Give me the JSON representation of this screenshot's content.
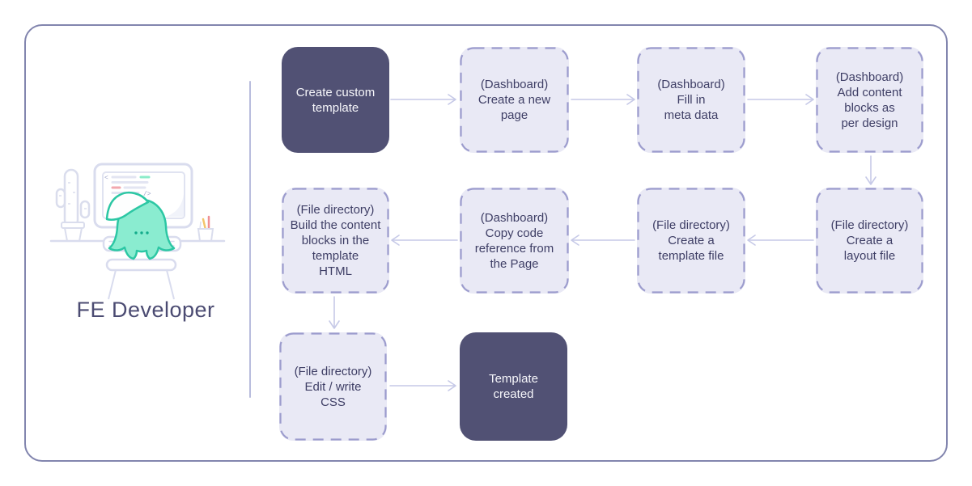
{
  "persona": {
    "label": "FE Developer"
  },
  "nodes": [
    {
      "label": "Create custom\ntemplate",
      "style": "solid"
    },
    {
      "label": "(Dashboard)\nCreate a new\npage",
      "style": "dashed"
    },
    {
      "label": "(Dashboard)\nFill in\nmeta data",
      "style": "dashed"
    },
    {
      "label": "(Dashboard)\nAdd content\nblocks as\nper design",
      "style": "dashed"
    },
    {
      "label": "(File directory)\nCreate a\nlayout file",
      "style": "dashed"
    },
    {
      "label": "(File directory)\nCreate a\ntemplate file",
      "style": "dashed"
    },
    {
      "label": "(Dashboard)\nCopy code\nreference from\nthe Page",
      "style": "dashed"
    },
    {
      "label": "(File directory)\nBuild the content\nblocks in the\ntemplate\nHTML",
      "style": "dashed"
    },
    {
      "label": "(File directory)\nEdit / write\nCSS",
      "style": "dashed"
    },
    {
      "label": "Template\ncreated",
      "style": "solid"
    }
  ],
  "edges": [
    [
      0,
      1
    ],
    [
      1,
      2
    ],
    [
      2,
      3
    ],
    [
      3,
      4
    ],
    [
      4,
      5
    ],
    [
      5,
      6
    ],
    [
      6,
      7
    ],
    [
      7,
      8
    ],
    [
      8,
      9
    ]
  ],
  "colors": {
    "frame_border": "#8285ae",
    "solid_node_bg": "#515174",
    "solid_node_text": "#f7f7fb",
    "dashed_node_bg": "#e9e9f5",
    "dashed_node_border": "#9c9ccd",
    "node_text": "#3e3e65",
    "arrow": "#c6c9e7",
    "divider": "#b9bddd",
    "mascot_fill": "#8aecd0",
    "mascot_stroke": "#2cc7a4",
    "illustration_line": "#d9dcee",
    "code_line_grey": "#e3e5f2",
    "code_line_teal": "#8becca",
    "code_line_pink": "#f2a7ae",
    "pen_yellow": "#f3c46b",
    "pen_red": "#ef8f93",
    "persona_text": "#4b4b72"
  }
}
